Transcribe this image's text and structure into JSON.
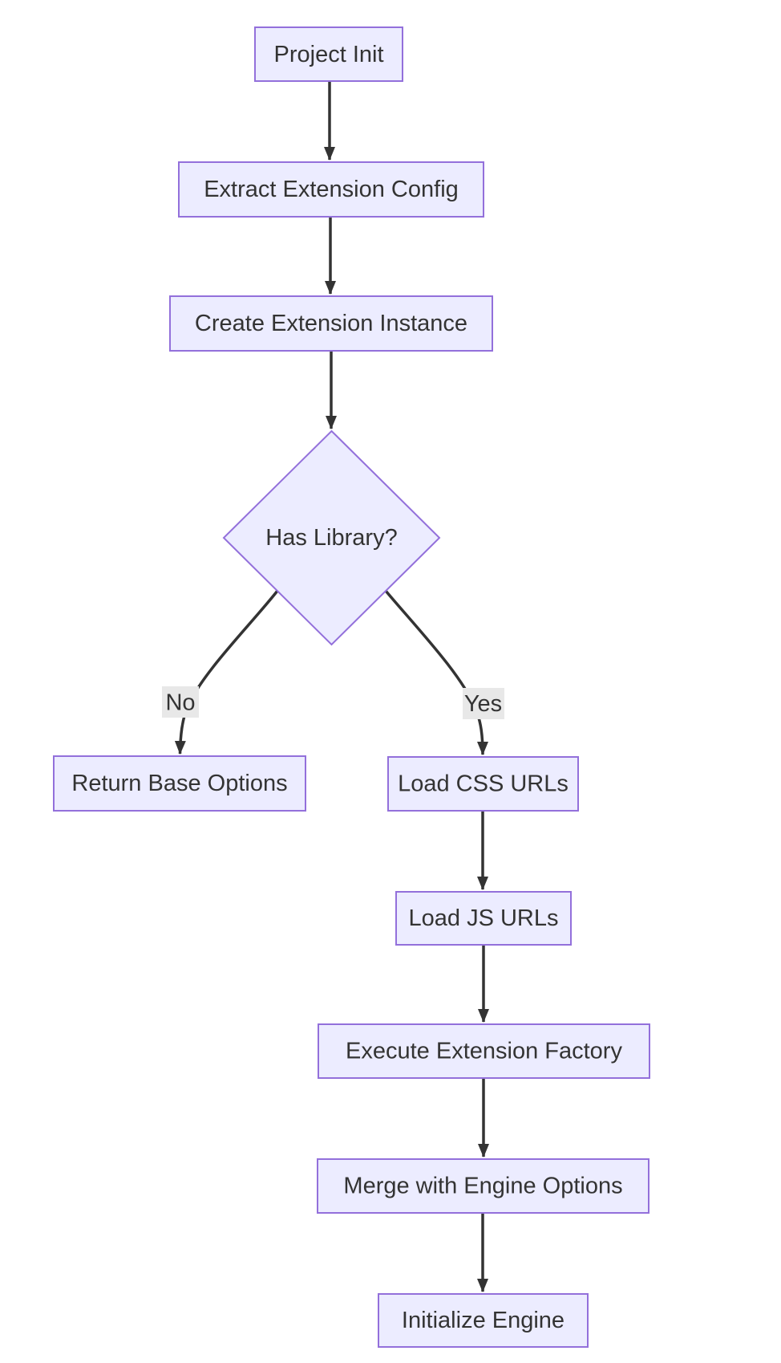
{
  "diagram": {
    "type": "flowchart",
    "direction": "top-down",
    "colors": {
      "background": "#ffffff",
      "node_fill": "#ECECFF",
      "node_border": "#9370DB",
      "edge": "#333333",
      "text": "#333333",
      "edge_label_bg": "#e8e8e8"
    },
    "nodes": [
      {
        "id": "project_init",
        "shape": "rectangle",
        "label": "Project Init"
      },
      {
        "id": "extract_extension_config",
        "shape": "rectangle",
        "label": "Extract Extension Config"
      },
      {
        "id": "create_extension_instance",
        "shape": "rectangle",
        "label": "Create Extension Instance"
      },
      {
        "id": "has_library",
        "shape": "diamond",
        "label": "Has Library?"
      },
      {
        "id": "return_base_options",
        "shape": "rectangle",
        "label": "Return Base Options"
      },
      {
        "id": "load_css_urls",
        "shape": "rectangle",
        "label": "Load CSS URLs"
      },
      {
        "id": "load_js_urls",
        "shape": "rectangle",
        "label": "Load JS URLs"
      },
      {
        "id": "execute_extension_factory",
        "shape": "rectangle",
        "label": "Execute Extension Factory"
      },
      {
        "id": "merge_with_engine_options",
        "shape": "rectangle",
        "label": "Merge with Engine Options"
      },
      {
        "id": "initialize_engine",
        "shape": "rectangle",
        "label": "Initialize Engine"
      }
    ],
    "edges": [
      {
        "from": "project_init",
        "to": "extract_extension_config",
        "label": ""
      },
      {
        "from": "extract_extension_config",
        "to": "create_extension_instance",
        "label": ""
      },
      {
        "from": "create_extension_instance",
        "to": "has_library",
        "label": ""
      },
      {
        "from": "has_library",
        "to": "return_base_options",
        "label": "No"
      },
      {
        "from": "has_library",
        "to": "load_css_urls",
        "label": "Yes"
      },
      {
        "from": "load_css_urls",
        "to": "load_js_urls",
        "label": ""
      },
      {
        "from": "load_js_urls",
        "to": "execute_extension_factory",
        "label": ""
      },
      {
        "from": "execute_extension_factory",
        "to": "merge_with_engine_options",
        "label": ""
      },
      {
        "from": "merge_with_engine_options",
        "to": "initialize_engine",
        "label": ""
      }
    ]
  }
}
